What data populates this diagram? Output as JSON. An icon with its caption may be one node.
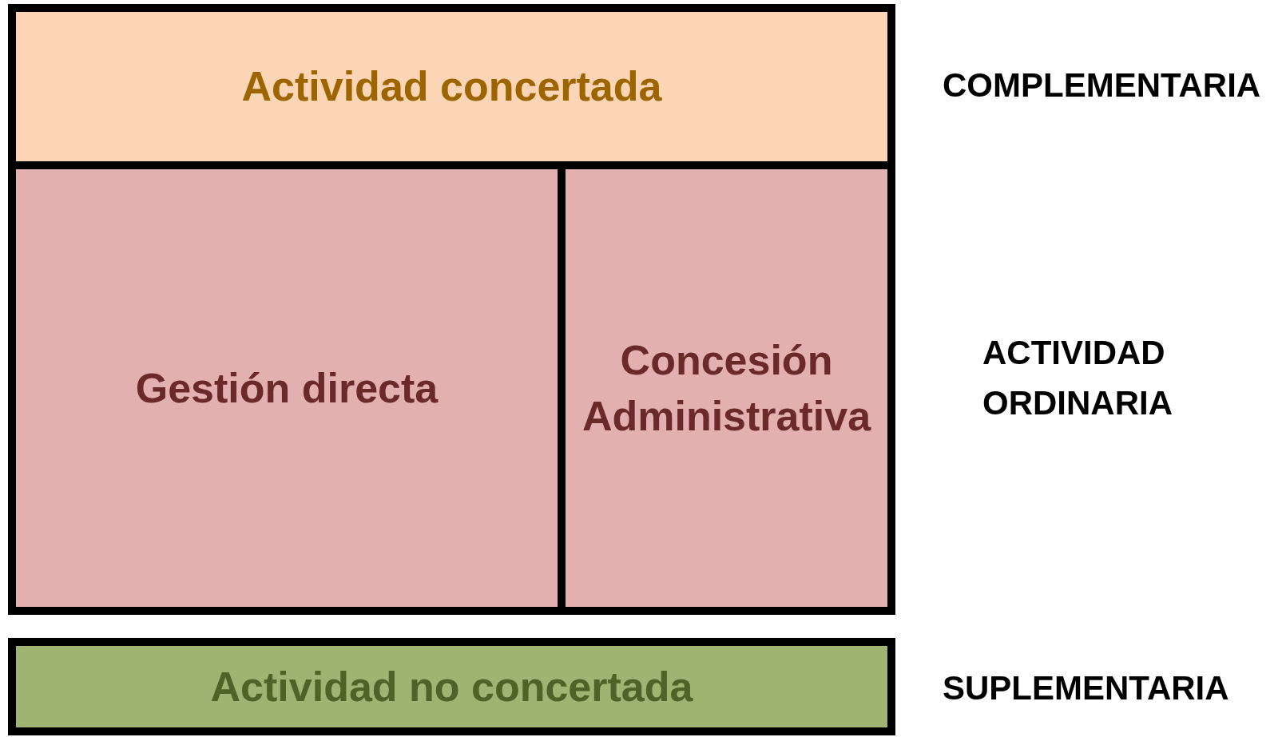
{
  "diagram": {
    "nodes": [
      {
        "text": [
          "Actividad concertada"
        ]
      },
      {
        "text": [
          "Gestión directa"
        ]
      },
      {
        "text": [
          "Concesión Administrativa"
        ]
      },
      {
        "text": [
          "Actividad no concertada"
        ]
      }
    ],
    "labels": [
      "COMPLEMENTARIA",
      "ACTIVIDAD ORDINARIA",
      "SUPLEMENTARIA"
    ]
  }
}
